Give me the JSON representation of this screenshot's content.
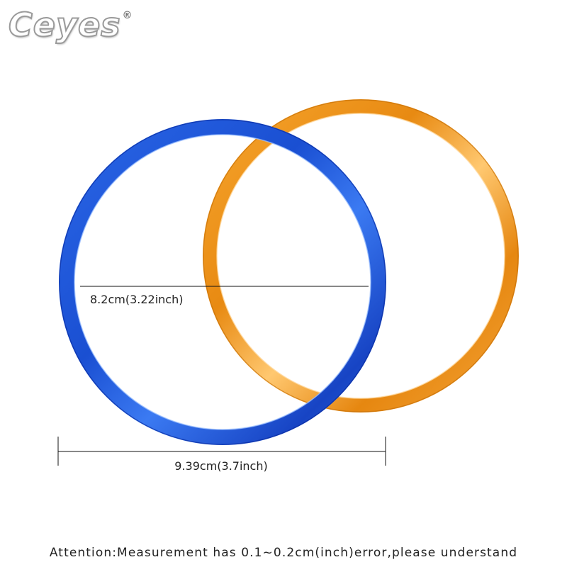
{
  "brand": {
    "logo_text": "Ceyes",
    "registered_mark": "®"
  },
  "rings": [
    {
      "name": "blue-ring",
      "color": "#1f5fe0",
      "highlight": "#8fb4ff",
      "shadow": "#0d2fa0"
    },
    {
      "name": "orange-ring",
      "color": "#f0961a",
      "highlight": "#ffd08a",
      "shadow": "#b8650a"
    }
  ],
  "dimensions": {
    "inner_diameter": "8.2cm(3.22inch)",
    "outer_diameter": "9.39cm(3.7inch)"
  },
  "note": {
    "attention": "Attention:Measurement has 0.1~0.2cm(inch)error,please understand"
  }
}
